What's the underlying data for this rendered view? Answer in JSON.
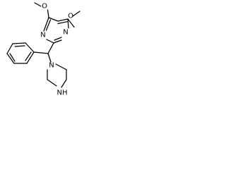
{
  "molecule": {
    "atoms": {
      "methoxy_left_oxygen": "O",
      "methoxy_right_oxygen": "O",
      "pyrimidine_nitrogen_left": "N",
      "pyrimidine_nitrogen_right": "N",
      "piperazine_nitrogen_bonded": "N",
      "piperazine_nitrogen_amine": "NH"
    }
  },
  "colors": {
    "bond": "#000000",
    "label": "#000000",
    "background": "#ffffff"
  }
}
